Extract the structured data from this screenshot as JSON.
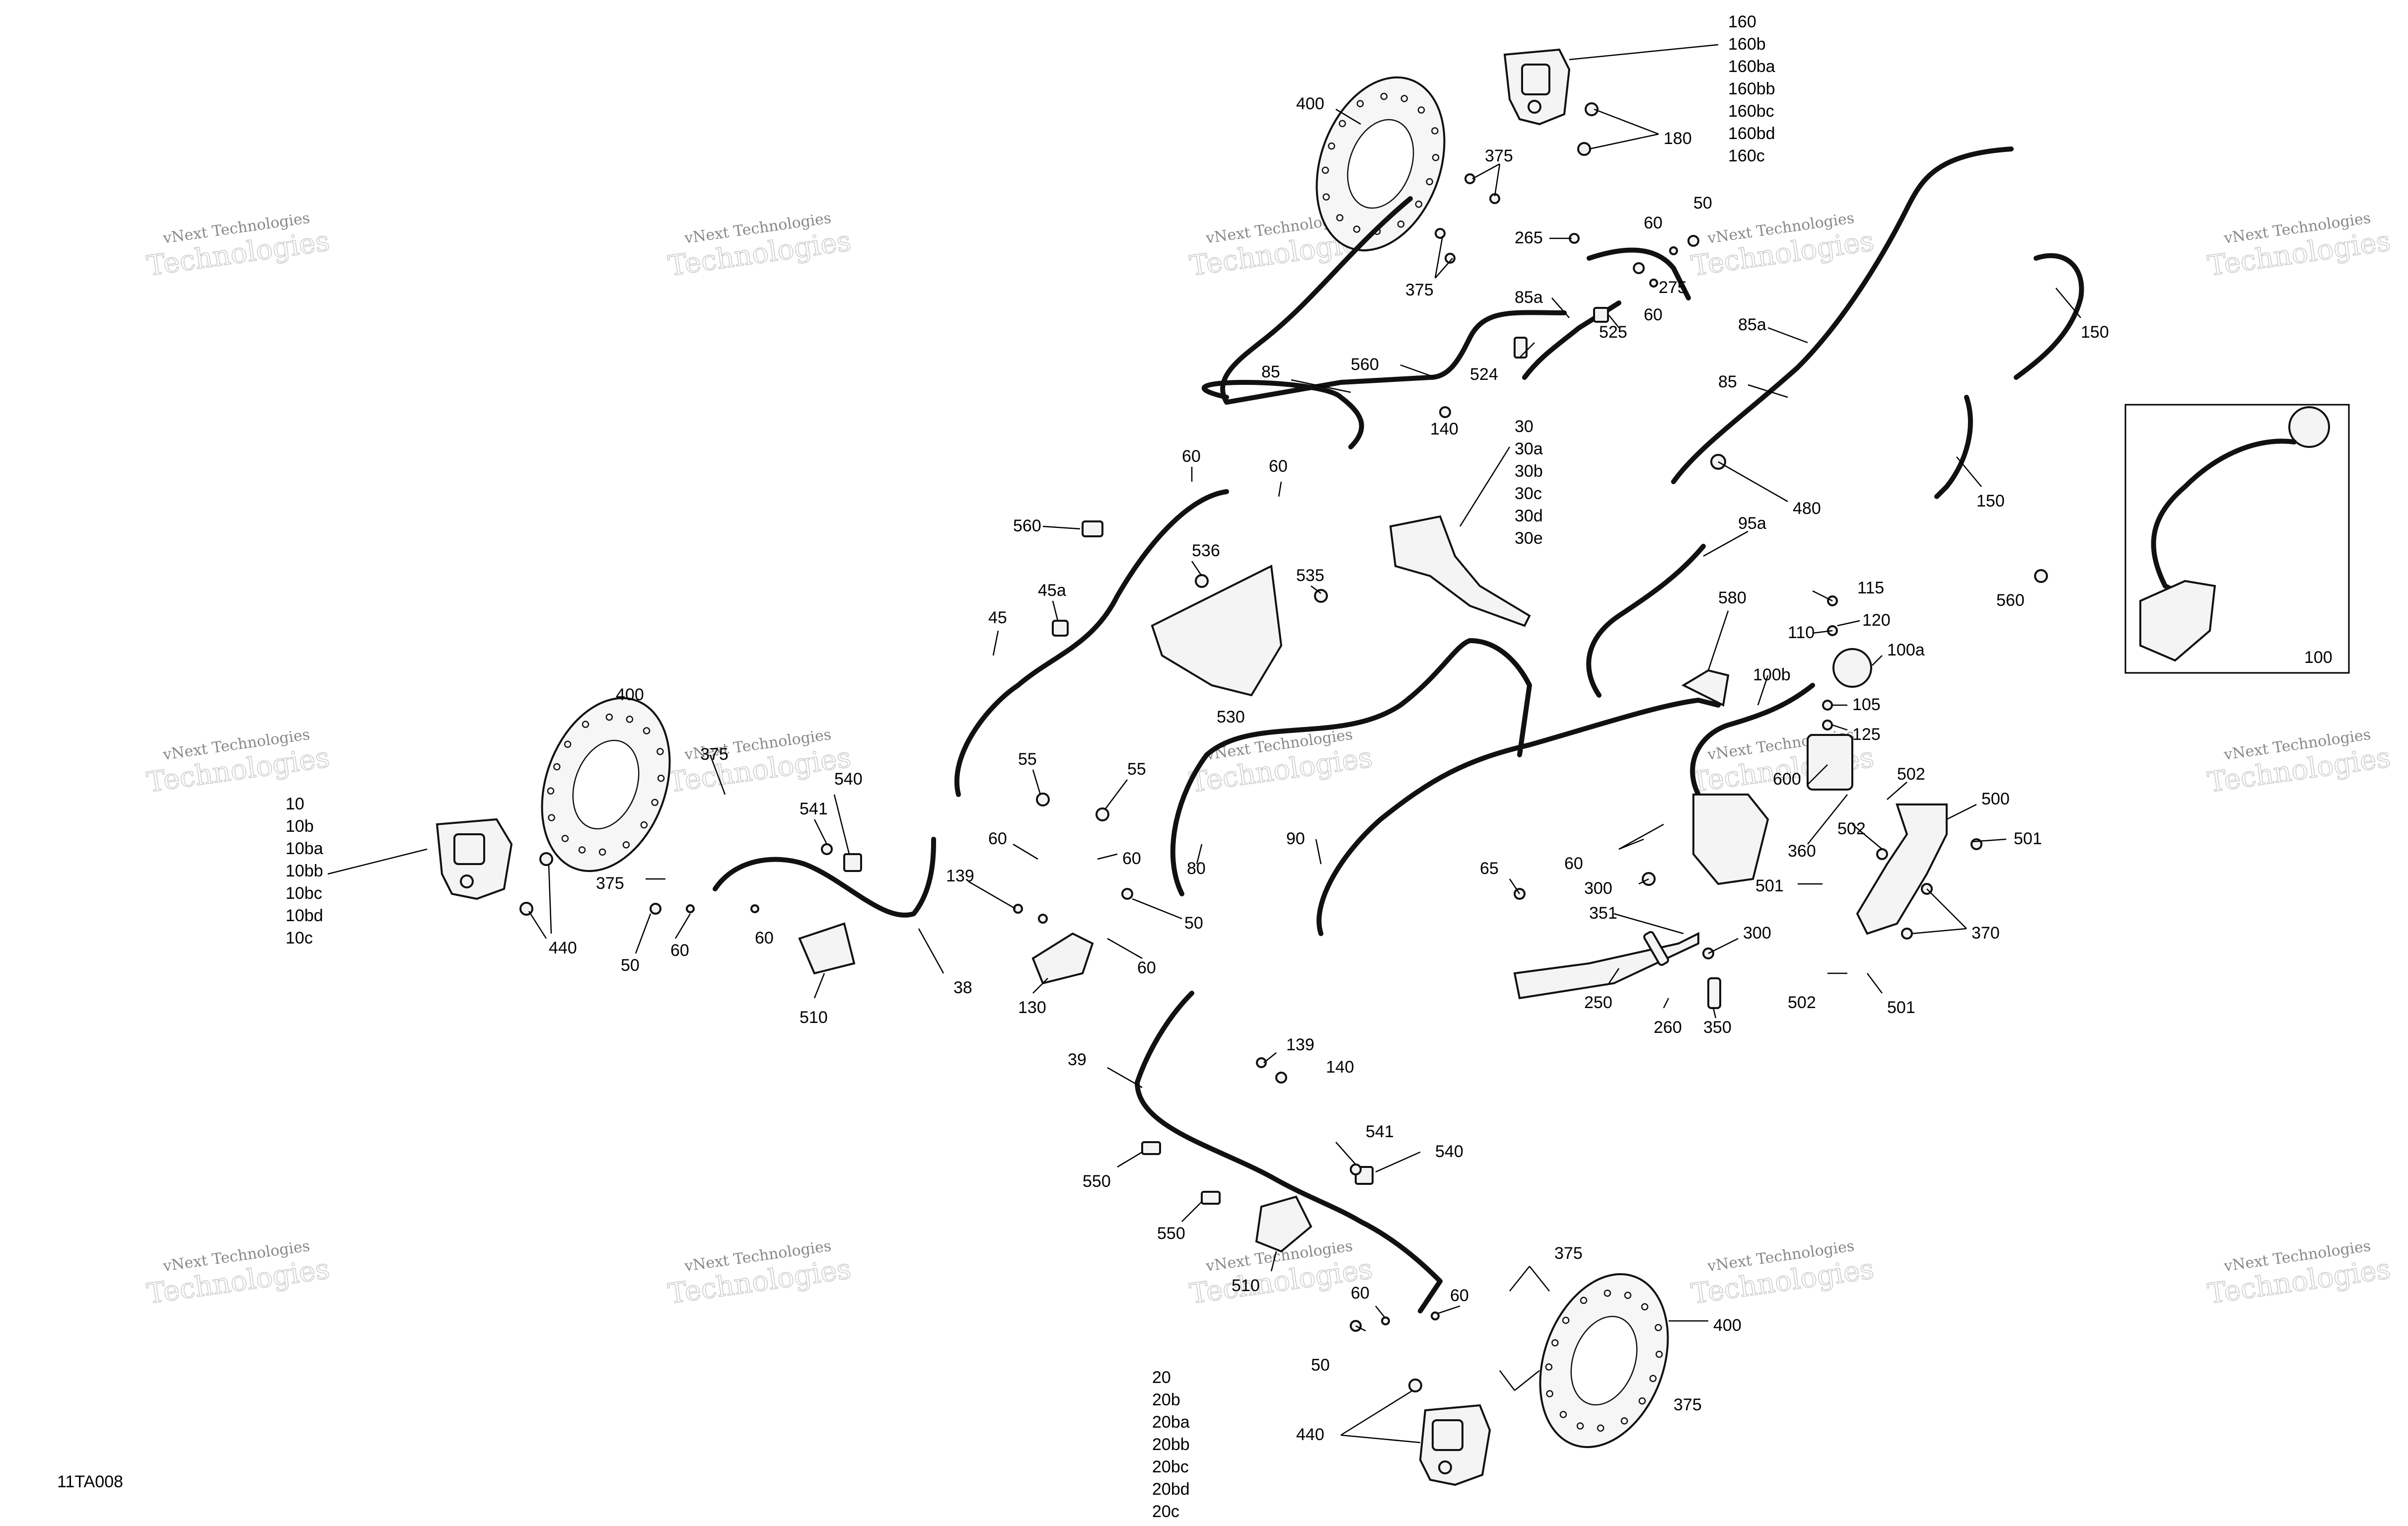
{
  "diagram_code": "11TA008",
  "watermark": {
    "line1": "vNext Technologies",
    "line2": "Technologies"
  },
  "labels": {
    "front_right_caliper": [
      "160",
      "160b",
      "160ba",
      "160bb",
      "160bc",
      "160bd",
      "160c"
    ],
    "front_left_caliper": [
      "10",
      "10b",
      "10ba",
      "10bb",
      "10bc",
      "10bd",
      "10c"
    ],
    "rear_caliper": [
      "20",
      "20b",
      "20ba",
      "20bb",
      "20bc",
      "20bd",
      "20c"
    ],
    "master_cylinder": [
      "30",
      "30a",
      "30b",
      "30c",
      "30d",
      "30e"
    ],
    "p400_top": "400",
    "p400_left": "400",
    "p400_bottom": "400",
    "p180": "180",
    "p375_a": "375",
    "p375_b": "375",
    "p375_c": "375",
    "p375_d": "375",
    "p375_e": "375",
    "p265": "265",
    "p60_a": "60",
    "p50_a": "50",
    "p275": "275",
    "p60_b": "60",
    "p85a_a": "85a",
    "p525": "525",
    "p524": "524",
    "p560_a": "560",
    "p85_a": "85",
    "p140_a": "140",
    "p85a_b": "85a",
    "p85_b": "85",
    "p150_a": "150",
    "p150_b": "150",
    "p480": "480",
    "p560_b": "560",
    "p100": "100",
    "p60_c": "60",
    "p60_d": "60",
    "p560_c": "560",
    "p536": "536",
    "p535": "535",
    "p45a": "45a",
    "p45": "45",
    "p530": "530",
    "p95a": "95a",
    "p580": "580",
    "p115": "115",
    "p110": "110",
    "p120": "120",
    "p100a": "100a",
    "p100b": "100b",
    "p105": "105",
    "p125": "125",
    "p600": "600",
    "p502_a": "502",
    "p500": "500",
    "p502_b": "502",
    "p501_a": "501",
    "p501_b": "501",
    "p501_c": "501",
    "p370": "370",
    "p360": "360",
    "p60_e": "60",
    "p65": "65",
    "p300_a": "300",
    "p351": "351",
    "p300_b": "300",
    "p502_c": "502",
    "p250": "250",
    "p260": "260",
    "p350": "350",
    "p90": "90",
    "p80": "80",
    "p55_a": "55",
    "p55_b": "55",
    "p60_f": "60",
    "p60_g": "60",
    "p139_a": "139",
    "p50_b": "50",
    "p60_h": "60",
    "p130": "130",
    "p540_a": "540",
    "p541_a": "541",
    "p60_i": "60",
    "p60_j": "60",
    "p50_c": "50",
    "p440_a": "440",
    "p510_a": "510",
    "p38": "38",
    "p39": "39",
    "p139_b": "139",
    "p140_b": "140",
    "p541_b": "541",
    "p540_b": "540",
    "p550_a": "550",
    "p550_b": "550",
    "p510_b": "510",
    "p60_k": "60",
    "p60_l": "60",
    "p50_d": "50",
    "p440_b": "440"
  }
}
